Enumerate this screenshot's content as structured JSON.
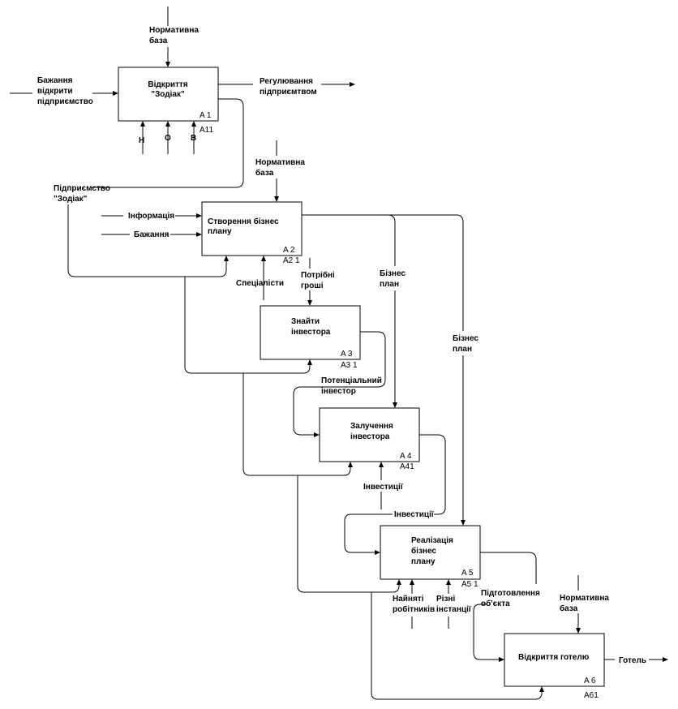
{
  "diagram": {
    "blocks": [
      {
        "title_lines": [
          "Відкриття",
          "\"Зодіак\""
        ],
        "number": "A 1",
        "code": "A11"
      },
      {
        "title_lines": [
          "Створення бізнес",
          "плану"
        ],
        "number": "A 2",
        "code": "A2 1"
      },
      {
        "title_lines": [
          "Знайти",
          "інвестора"
        ],
        "number": "A 3",
        "code": "A3 1"
      },
      {
        "title_lines": [
          "Залучення",
          "інвестора"
        ],
        "number": "A 4",
        "code": "A41"
      },
      {
        "title_lines": [
          "Реалізація",
          "бізнес",
          "плану"
        ],
        "number": "A 5",
        "code": "A5 1"
      },
      {
        "title_lines": [
          "Відкриття готелю"
        ],
        "number": "A 6",
        "code": "A61"
      }
    ],
    "labels": {
      "norm1": [
        "Нормативна",
        "база"
      ],
      "desire_open": [
        "Бажання",
        "відкрити",
        "підприємство"
      ],
      "regulation": [
        "Регулювання",
        "підприємтвом"
      ],
      "mech_h": "Н",
      "mech_o": "О",
      "mech_v": "В",
      "norm2": [
        "Нормативна",
        "база"
      ],
      "enterprise": [
        "Підприємство",
        "\"Зодіак\""
      ],
      "information": "Інформація",
      "desire": "Бажання",
      "specialists": "Спеціалісти",
      "money": [
        "Потрібні",
        "гроші"
      ],
      "bizplan1": [
        "Бізнес",
        "план"
      ],
      "bizplan2": [
        "Бізнес",
        "план"
      ],
      "potential_investor": [
        "Потенціальний",
        "інвестор"
      ],
      "investments1": "Інвестиції",
      "investments2": "Інвестиції",
      "workers": [
        "Найняті",
        "робітників"
      ],
      "institutions": [
        "Різні",
        "інстанції"
      ],
      "prepared_object": [
        "Підготовлення",
        "об'єкта"
      ],
      "norm3": [
        "Нормативна",
        "база"
      ],
      "hotel": "Готель"
    }
  }
}
